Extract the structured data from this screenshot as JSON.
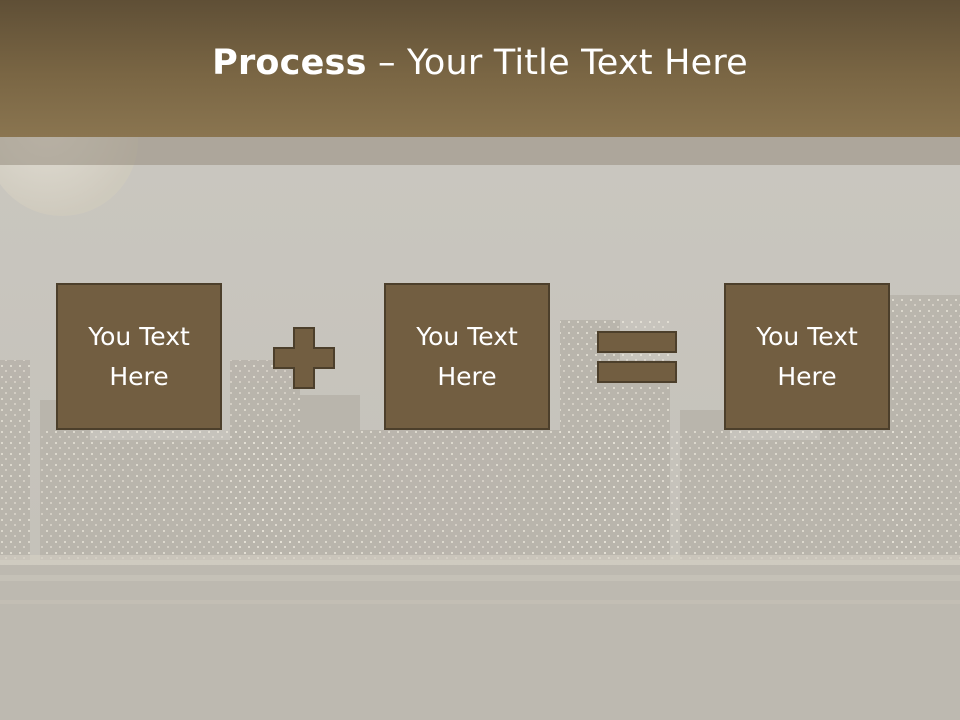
{
  "slide": {
    "title_bold": "Process",
    "title_rest": " – Your Title Text Here"
  },
  "process": {
    "boxes": [
      {
        "text": "You Text\nHere"
      },
      {
        "text": "You Text\nHere"
      },
      {
        "text": "You Text\nHere"
      }
    ],
    "operators": [
      "plus-icon",
      "equals-icon"
    ]
  },
  "colors": {
    "title_bar": "#7a6644",
    "box_fill": "#725e41",
    "box_border": "#4c3f2b",
    "background": "#c9c6bf"
  }
}
